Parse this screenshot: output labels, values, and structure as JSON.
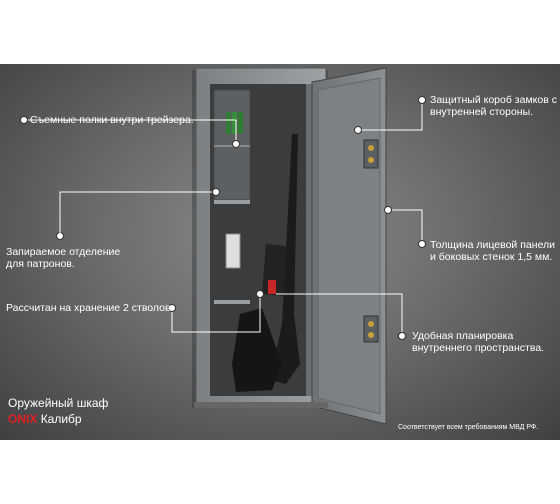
{
  "callouts": {
    "shelves": "Съемные полки внутри трейзера.",
    "lock_box_1": "Защитный короб  замков с",
    "lock_box_2": "внутренней стороны.",
    "locked_compartment_1": "Запираемое отделение",
    "locked_compartment_2": "для патронов.",
    "thickness_1": "Толщина лицевой панели",
    "thickness_2": "и боковых стенок 1,5 мм.",
    "capacity": "Рассчитан на хранение 2 стволов",
    "layout_1": "Удобная планировка",
    "layout_2": "внутреннего пространства."
  },
  "product": {
    "line1": "Оружейный шкаф",
    "brand": "ONIX",
    "model": "Калибр"
  },
  "footer_note": "Соответствует всем требованиям МВД РФ.",
  "colors": {
    "background_dark": "#3e4042",
    "safe_body": "#8f9496",
    "brand_red": "#e02020"
  }
}
